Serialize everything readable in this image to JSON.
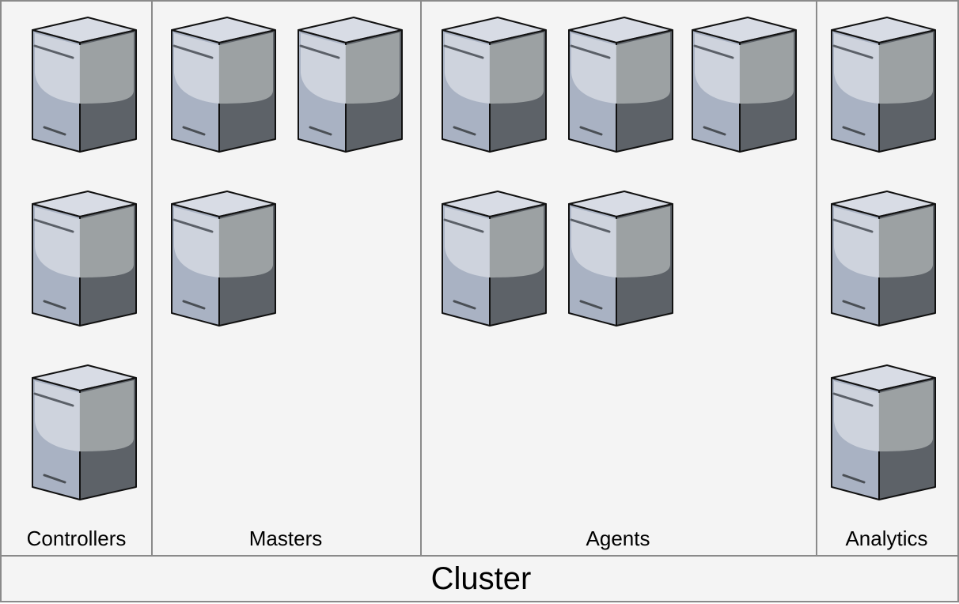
{
  "cluster": {
    "label": "Cluster"
  },
  "groups": [
    {
      "label": "Controllers",
      "servers": 3
    },
    {
      "label": "Masters",
      "servers": 3
    },
    {
      "label": "Agents",
      "servers": 5
    },
    {
      "label": "Analytics",
      "servers": 3
    }
  ],
  "icons": {
    "server": "server-icon"
  },
  "colors": {
    "panel_background": "#f4f4f4",
    "border": "#8a8a8a",
    "server_front": "#a9b2c3",
    "server_side": "#5d6268",
    "server_front_highlight": "#d0d5de",
    "server_side_highlight": "#9ca1a3",
    "server_top": "#d8dce5"
  }
}
